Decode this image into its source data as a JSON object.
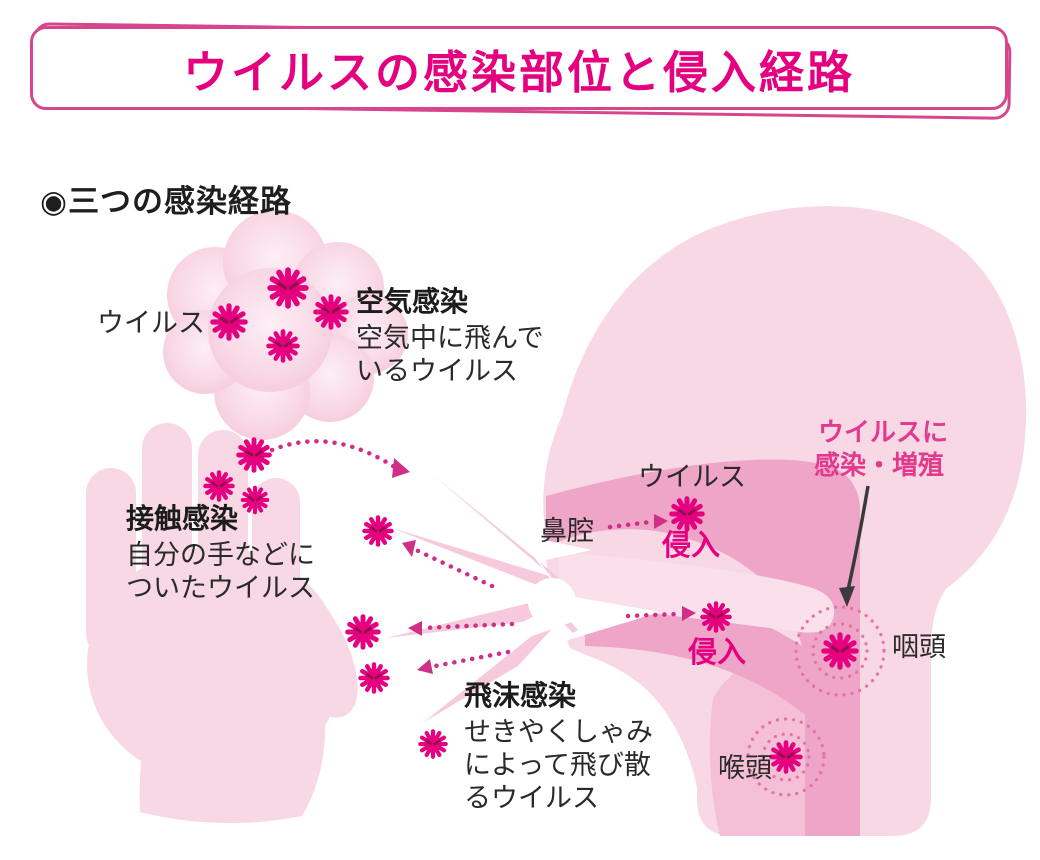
{
  "banner": {
    "title": "ウイルスの感染部位と侵入経路"
  },
  "section": {
    "bullet": "◉",
    "heading": "三つの感染経路"
  },
  "airborne": {
    "virus_label": "ウイルス",
    "heading": "空気感染",
    "line1": "空気中に飛んで",
    "line2": "いるウイルス"
  },
  "contact": {
    "heading": "接触感染",
    "line1": "自分の手などに",
    "line2": "ついたウイルス"
  },
  "droplet": {
    "heading": "飛沫感染",
    "line1": "せきやくしゃみ",
    "line2": "によって飛び散",
    "line3": "るウイルス"
  },
  "head": {
    "nasal_label": "鼻腔",
    "virus_label": "ウイルス",
    "entry1": "侵入",
    "entry2": "侵入",
    "infect_line1": "ウイルスに",
    "infect_line2": "感染・増殖",
    "pharynx": "咽頭",
    "larynx": "喉頭"
  },
  "icons": {
    "virus": "spiky virus ball with angry eyes",
    "cloud": "air cloud",
    "hand": "hand silhouette",
    "head": "head cross-section profile",
    "burst": "sneeze spray burst"
  },
  "colors": {
    "accent_magenta": "#e4007f",
    "banner_border": "#d6468c",
    "skin_light": "#f8d8e4",
    "airway_pink": "#eea5c7",
    "throat_front": "#f5c0d6",
    "palate_light": "#f9e0ea",
    "virus_eye": "#8e1045",
    "text_black": "#2a2a2a"
  }
}
